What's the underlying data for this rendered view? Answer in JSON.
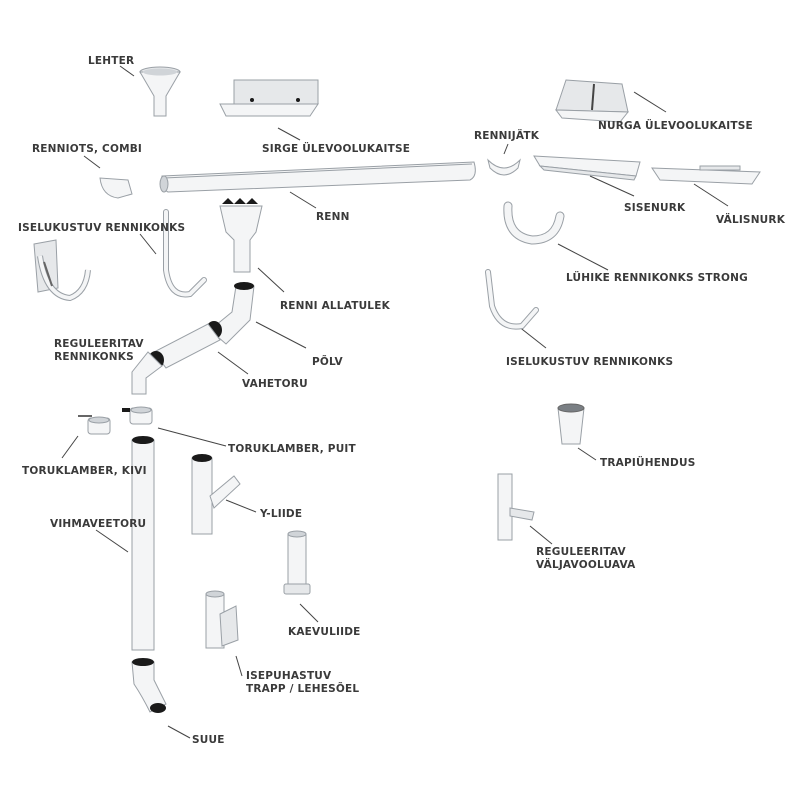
{
  "labels": {
    "lehter": "LEHTER",
    "sirge_ulevoolukaitse": "SIRGE ÜLEVOOLUKAITSE",
    "nurga_ulevoolukaitse": "NURGA ÜLEVOOLUKAITSE",
    "renniots_combi": "RENNIOTS, COMBI",
    "rennijatk": "RENNIJÄTK",
    "sisenurk": "SISENURK",
    "valisnurk": "VÄLISNURK",
    "renn": "RENN",
    "iselukustuv_rennikonks_left": "ISELUKUSTUV RENNIKONKS",
    "luhike_rennikonks_strong": "LÜHIKE RENNIKONKS STRONG",
    "renni_allatulek": "RENNI ALLATULEK",
    "reguleeritav_rennikonks_1": "REGULEERITAV",
    "reguleeritav_rennikonks_2": "RENNIKONKS",
    "polv": "PÕLV",
    "iselukustuv_rennikonks_right": "ISELUKUSTUV RENNIKONKS",
    "vahetoru": "VAHETORU",
    "toruklamber_puit": "TORUKLAMBER, PUIT",
    "trapiuhendus": "TRAPIÜHENDUS",
    "toruklamber_kivi": "TORUKLAMBER, KIVI",
    "y_liide": "Y-LIIDE",
    "vihmaveetoru": "VIHMAVEETORU",
    "reguleeritav_valjavooluava_1": "REGULEERITAV",
    "reguleeritav_valjavooluava_2": "VÄLJAVOOLUAVA",
    "kaevuliide": "KAEVULIIDE",
    "isepuhastuv_1": "ISEPUHASTUV",
    "isepuhastuv_2": "TRAPP / LEHESÕEL",
    "suue": "SUUE"
  },
  "icons": [
    "funnel-icon",
    "gutter-icon",
    "pipe-icon",
    "hook-icon",
    "elbow-icon",
    "clamp-icon"
  ],
  "colors": {
    "metal_light": "#f4f5f6",
    "metal_shade": "#e6e8ea",
    "outline": "#9aa0a6",
    "pipe_opening": "#1a1a1a",
    "label_text": "#3a3a3a"
  }
}
